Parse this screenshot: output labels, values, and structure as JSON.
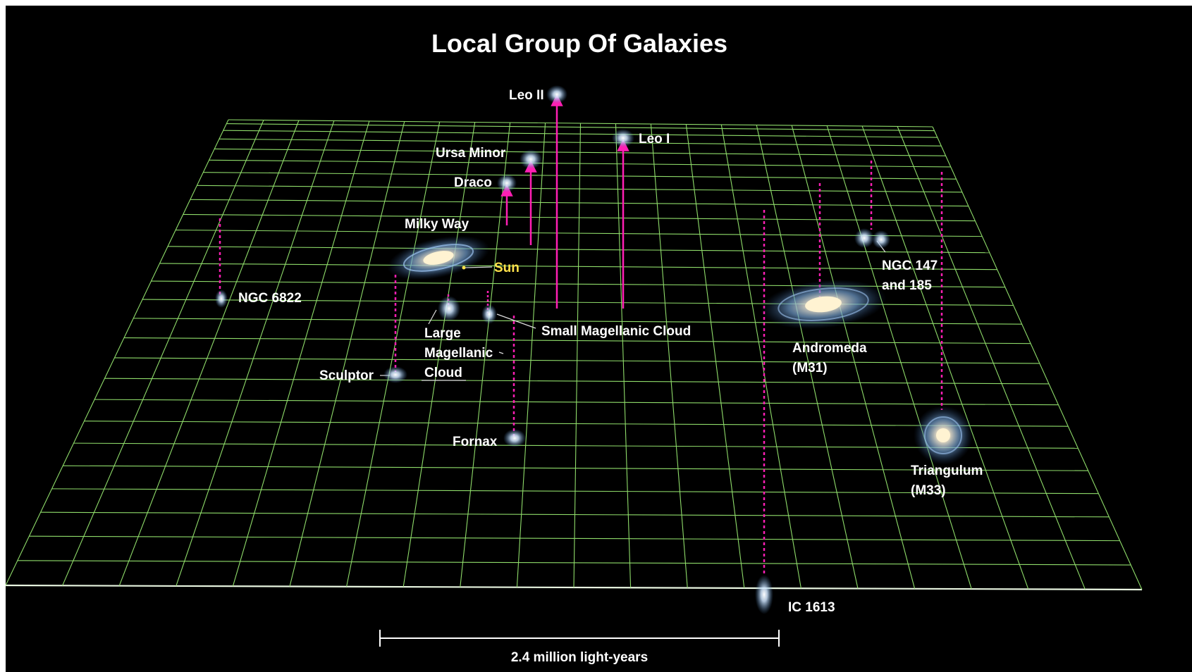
{
  "title": "Local Group Of Galaxies",
  "scale_label": "2.4 million light-years",
  "colors": {
    "background": "#000000",
    "grid": "#8fdc6a",
    "grid_front_edge": "#e8f5e0",
    "drop_line": "#ff1fb4",
    "label": "#ffffff",
    "sun_label": "#ffe14a"
  },
  "galaxies": {
    "milky_way": "Milky Way",
    "sun": "Sun",
    "ngc6822": "NGC 6822",
    "lmc_1": "Large",
    "lmc_2": "Magellanic",
    "lmc_3": "Cloud",
    "smc": "Small Magellanic Cloud",
    "sculptor": "Sculptor",
    "fornax": "Fornax",
    "draco": "Draco",
    "ursa_minor": "Ursa Minor",
    "leo_ii": "Leo II",
    "leo_i": "Leo I",
    "andromeda_1": "Andromeda",
    "andromeda_2": "(M31)",
    "ngc147_1": "NGC 147",
    "ngc147_2": "and 185",
    "triangulum_1": "Triangulum",
    "triangulum_2": "(M33)",
    "ic1613": "IC 1613"
  }
}
